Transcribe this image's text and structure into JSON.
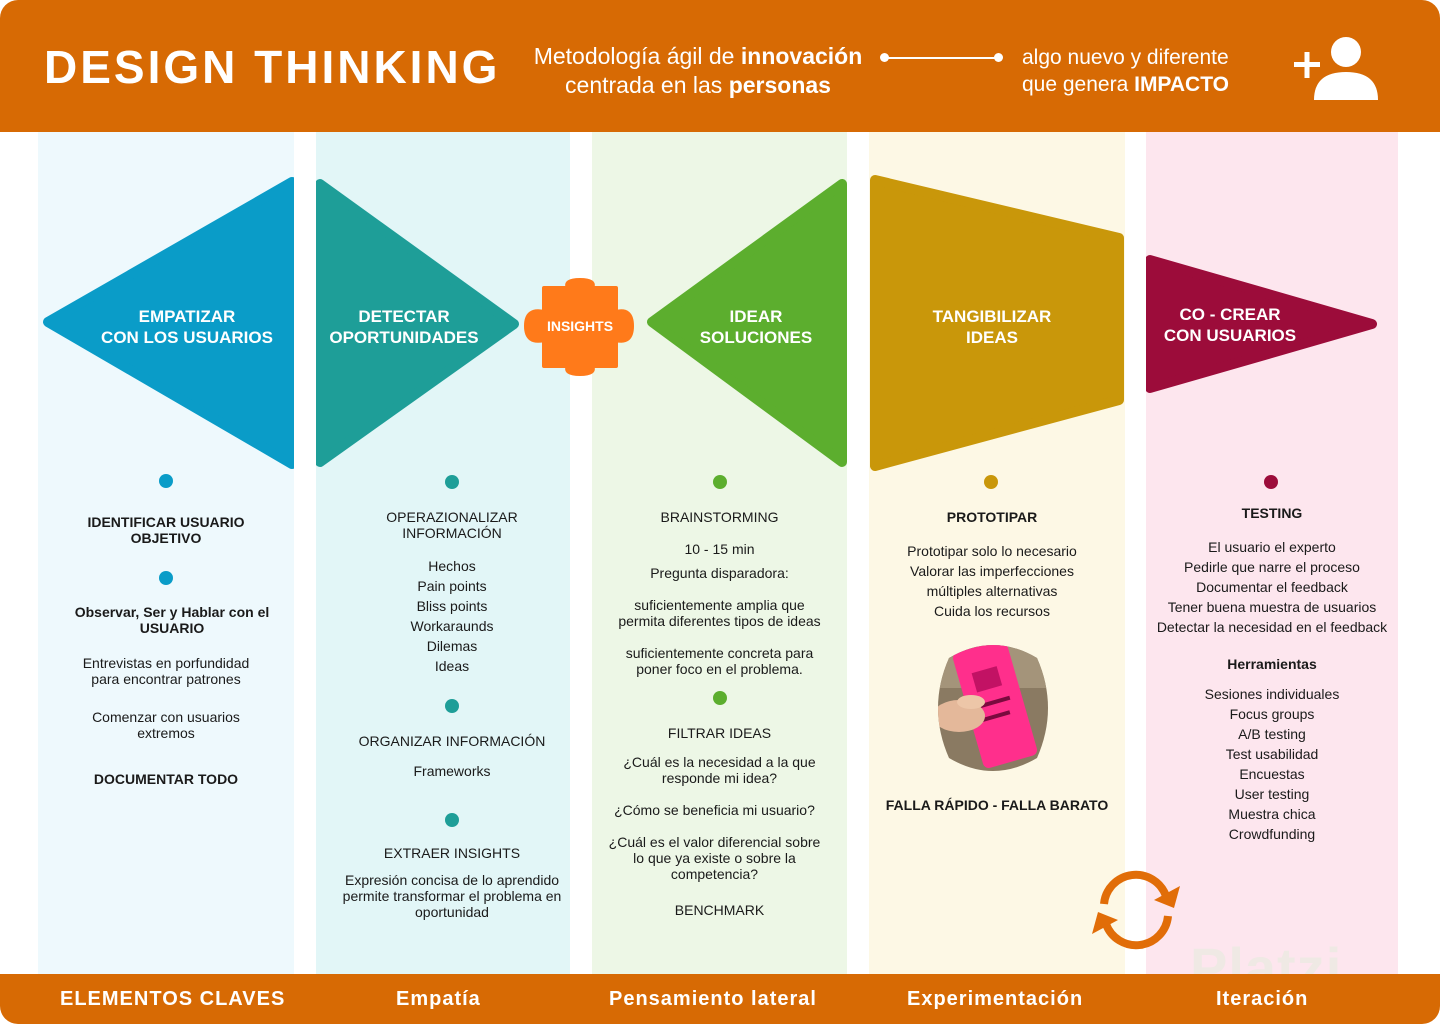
{
  "header": {
    "title": "DESIGN THINKING",
    "mid_line1_pre": "Metodología ágil de ",
    "mid_line1_bold": "innovación",
    "mid_line2_pre": "centrada en las ",
    "mid_line2_bold": "personas",
    "right_line1": "algo nuevo y diferente",
    "right_line2_pre": "que genera ",
    "right_line2_bold": "IMPACTO",
    "icon": "add-user-icon"
  },
  "colors": {
    "header": "#d76a04",
    "empatizar": "#0a9cc8",
    "detectar": "#1e9e98",
    "insights": "#ff7a1a",
    "idear": "#5cae2e",
    "tangibilizar": "#c9970a",
    "cocrear": "#9c0c3a"
  },
  "phases": {
    "empatizar": {
      "title1": "EMPATIZAR",
      "title2": "CON LOS USUARIOS",
      "items": [
        "IDENTIFICAR USUARIO",
        "OBJETIVO",
        "Observar, Ser y Hablar con el",
        "USUARIO",
        "Entrevistas en porfundidad",
        "para encontrar patrones",
        "Comenzar con usuarios",
        "extremos",
        "DOCUMENTAR TODO"
      ]
    },
    "detectar": {
      "title1": "DETECTAR",
      "title2": "OPORTUNIDADES",
      "items": [
        "OPERAZIONALIZAR",
        "INFORMACIÓN",
        "Hechos",
        "Pain points",
        "Bliss points",
        "Workaraunds",
        "Dilemas",
        "Ideas",
        "ORGANIZAR INFORMACIÓN",
        "Frameworks",
        "EXTRAER INSIGHTS",
        "Expresión concisa de lo aprendido",
        "permite transformar el problema en",
        "oportunidad"
      ]
    },
    "insights": {
      "label": "INSIGHTS"
    },
    "idear": {
      "title1": "IDEAR",
      "title2": "SOLUCIONES",
      "items": [
        "BRAINSTORMING",
        "10 - 15 min",
        "Pregunta disparadora:",
        "suficientemente amplia que",
        "permita diferentes tipos de ideas",
        "suficientemente concreta para",
        "poner foco en el problema.",
        "FILTRAR IDEAS",
        "¿Cuál es la necesidad a la que",
        "responde mi idea?",
        "¿Cómo se beneficia mi usuario?",
        "¿Cuál es el valor diferencial sobre",
        "lo que ya existe o sobre la",
        "competencia?",
        "BENCHMARK"
      ]
    },
    "tangibilizar": {
      "title1": "TANGIBILIZAR",
      "title2": "IDEAS",
      "items": [
        "PROTOTIPAR",
        "Prototipar solo lo necesario",
        "Valorar las imperfecciones",
        "múltiples alternativas",
        "Cuida los recursos",
        "FALLA RÁPIDO - FALLA BARATO"
      ]
    },
    "cocrear": {
      "title1": "CO - CREAR",
      "title2": "CON USUARIOS",
      "items": [
        "TESTING",
        "El usuario el experto",
        "Pedirle que narre el proceso",
        "Documentar el feedback",
        "Tener buena muestra de usuarios",
        "Detectar la necesidad en el feedback",
        "Herramientas",
        "Sesiones individuales",
        "Focus groups",
        "A/B testing",
        "Test usabilidad",
        "Encuestas",
        "User testing",
        "Muestra chica",
        "Crowdfunding"
      ]
    }
  },
  "footer": {
    "items": [
      "ELEMENTOS CLAVES",
      "Empatía",
      "Pensamiento lateral",
      "Experimentación",
      "Iteración"
    ]
  },
  "icons": {
    "cycle": "refresh-cycle-icon",
    "photo": "prototype-photo"
  },
  "watermark": "Platzi"
}
